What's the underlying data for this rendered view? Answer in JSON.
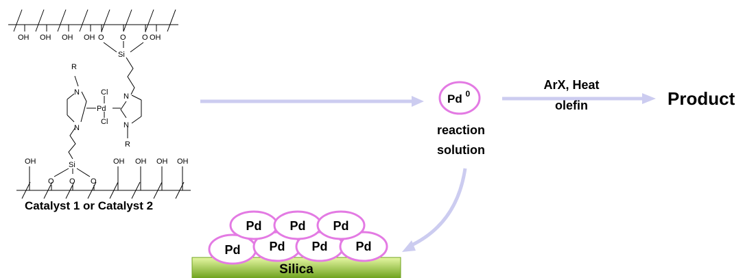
{
  "structure": {
    "top_oh": [
      "OH",
      "OH",
      "OH",
      "OH",
      "OH"
    ],
    "bottom_oh": [
      "OH",
      "OH",
      "OH",
      "OH",
      "OH"
    ],
    "o_label": "O",
    "si_label": "Si",
    "n_label": "N",
    "pd_label": "Pd",
    "cl_label": "Cl",
    "r_label": "R"
  },
  "catalyst_caption": "Catalyst 1 or Catalyst 2",
  "pd0": {
    "base": "Pd",
    "superscript": "0"
  },
  "reaction_solution": {
    "line1": "reaction",
    "line2": "solution"
  },
  "conditions": {
    "line1": "ArX, Heat",
    "line2": "olefin"
  },
  "product_label": "Product",
  "cluster": {
    "pd_labels": [
      "Pd",
      "Pd",
      "Pd",
      "Pd",
      "Pd",
      "Pd",
      "Pd"
    ],
    "support_label": "Silica"
  },
  "colors": {
    "arrow": "#ccccf0",
    "ellipse_stroke": "#e37ae3",
    "silica_top": "#e6f7a3",
    "silica_bottom": "#6fa31f"
  }
}
